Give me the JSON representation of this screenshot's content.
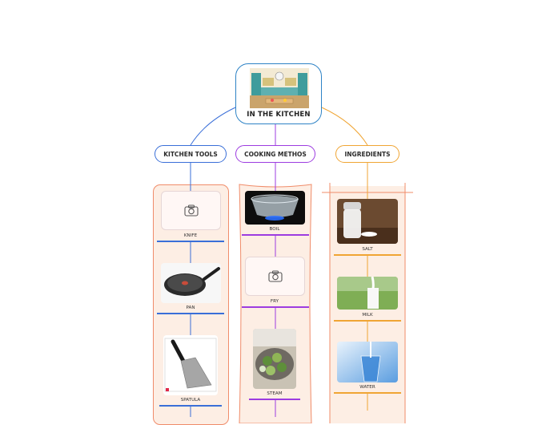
{
  "colors": {
    "tools": "#3a6fd8",
    "methods": "#9d3ce0",
    "ingredients": "#f0a534",
    "root_border": "#2e83c6",
    "panel_fill": "#fdeee4",
    "panel_edge": "#f08c6a"
  },
  "root": {
    "title": "IN THE KITCHEN",
    "image_icon": "kitchen-illustration"
  },
  "topics": {
    "tools": {
      "label": "KITCHEN TOOLS",
      "items": [
        {
          "label": "KNIFE",
          "image": "camera-placeholder-icon"
        },
        {
          "label": "PAN",
          "image": "frying-pan-photo"
        },
        {
          "label": "SPATULA",
          "image": "spatula-photo"
        }
      ]
    },
    "methods": {
      "label": "COOKING METHOS",
      "items": [
        {
          "label": "BOIL",
          "image": "boiling-pot-photo"
        },
        {
          "label": "FRY",
          "image": "camera-placeholder-icon"
        },
        {
          "label": "STEAM",
          "image": "steamed-vegetables-photo"
        }
      ]
    },
    "ingredients": {
      "label": "INGREDIENTS",
      "items": [
        {
          "label": "SALT",
          "image": "salt-shaker-photo"
        },
        {
          "label": "MILK",
          "image": "milk-glass-photo"
        },
        {
          "label": "WATER",
          "image": "water-glass-photo"
        }
      ]
    }
  }
}
